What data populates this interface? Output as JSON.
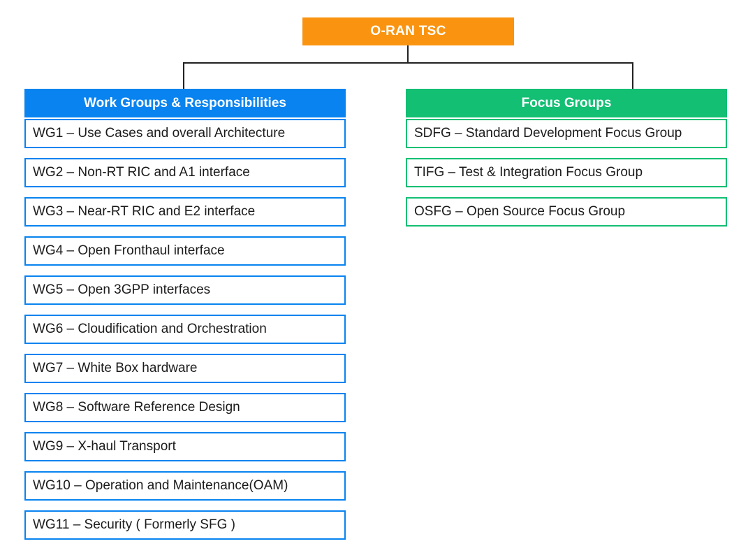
{
  "colors": {
    "orange": "#FA9410",
    "blue": "#0883F0",
    "green": "#12BF73",
    "line": "#222222",
    "text": "#1B1B1B"
  },
  "root": {
    "label": "O-RAN TSC"
  },
  "columns": [
    {
      "header": "Work Groups & Responsibilities",
      "accent": "blue",
      "items": [
        "WG1 – Use Cases and overall Architecture",
        "WG2 – Non-RT RIC and A1 interface",
        "WG3 – Near-RT RIC and E2 interface",
        "WG4 – Open Fronthaul interface",
        "WG5 – Open 3GPP interfaces",
        "WG6 – Cloudification and Orchestration",
        "WG7 – White Box hardware",
        "WG8 – Software Reference Design",
        "WG9 – X-haul Transport",
        "WG10 – Operation and Maintenance(OAM)",
        "WG11 – Security ( Formerly SFG )"
      ]
    },
    {
      "header": "Focus Groups",
      "accent": "green",
      "items": [
        "SDFG – Standard Development Focus Group",
        "TIFG – Test & Integration Focus Group",
        "OSFG – Open Source Focus Group"
      ]
    }
  ]
}
